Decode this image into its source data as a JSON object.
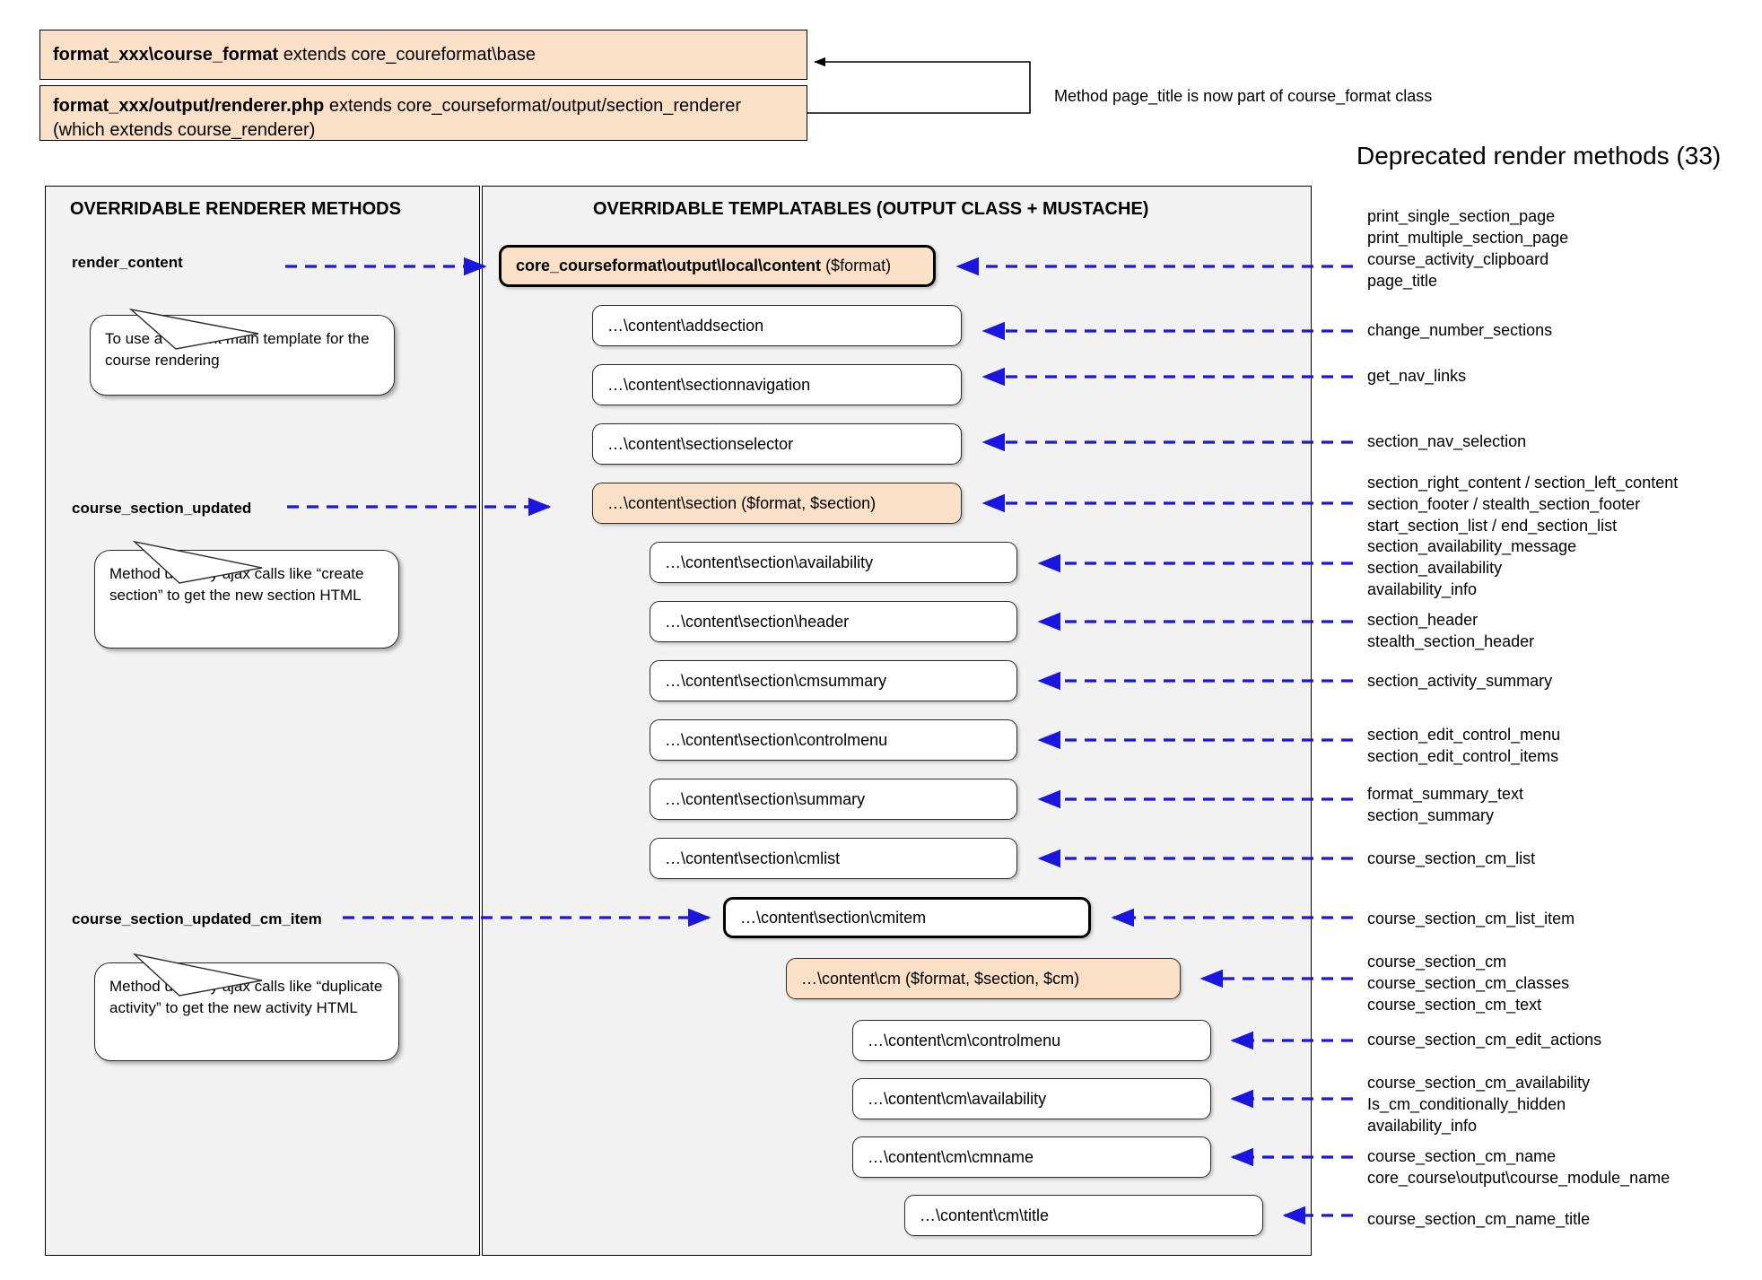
{
  "header": {
    "class_bar": {
      "bold": "format_xxx\\course_format",
      "rest": " extends core_coureformat\\base"
    },
    "renderer_bar": {
      "bold": "format_xxx/output/renderer.php",
      "rest": " extends core_courseformat/output/section_renderer (which extends course_renderer)"
    },
    "note": "Method page_title is now part of course_format class",
    "deprecated_title": "Deprecated render methods (33)"
  },
  "left_panel": {
    "title": "OVERRIDABLE RENDERER METHODS",
    "methods": [
      {
        "name": "render_content"
      },
      {
        "name": "course_section_updated"
      },
      {
        "name": "course_section_updated_cm_item"
      }
    ],
    "callouts": [
      {
        "text": "To use a different main template for the course rendering"
      },
      {
        "text": "Method used by ajax calls like “create section” to get the new section HTML"
      },
      {
        "text": "Method used by ajax calls like “duplicate activity” to get the new activity HTML"
      }
    ]
  },
  "center_panel": {
    "title": "OVERRIDABLE TEMPLATABLES (OUTPUT CLASS + MUSTACHE)",
    "boxes": [
      {
        "bold": "core_courseformat\\output\\local\\content",
        "rest": " ($format)"
      },
      {
        "bold": "",
        "rest": "…\\content\\addsection"
      },
      {
        "bold": "",
        "rest": "…\\content\\sectionnavigation"
      },
      {
        "bold": "",
        "rest": "…\\content\\sectionselector"
      },
      {
        "bold": "",
        "rest": "…\\content\\section ($format, $section)"
      },
      {
        "bold": "",
        "rest": "…\\content\\section\\availability"
      },
      {
        "bold": "",
        "rest": "…\\content\\section\\header"
      },
      {
        "bold": "",
        "rest": "…\\content\\section\\cmsummary"
      },
      {
        "bold": "",
        "rest": "…\\content\\section\\controlmenu"
      },
      {
        "bold": "",
        "rest": "…\\content\\section\\summary"
      },
      {
        "bold": "",
        "rest": "…\\content\\section\\cmlist"
      },
      {
        "bold": "",
        "rest": "…\\content\\section\\cmitem"
      },
      {
        "bold": "",
        "rest": "…\\content\\cm ($format, $section, $cm)"
      },
      {
        "bold": "",
        "rest": "…\\content\\cm\\controlmenu"
      },
      {
        "bold": "",
        "rest": "…\\content\\cm\\availability"
      },
      {
        "bold": "",
        "rest": "…\\content\\cm\\cmname"
      },
      {
        "bold": "",
        "rest": "…\\content\\cm\\title"
      }
    ]
  },
  "deprecated_groups": [
    {
      "lines": [
        "print_single_section_page",
        "print_multiple_section_page",
        "course_activity_clipboard",
        "page_title"
      ]
    },
    {
      "lines": [
        "change_number_sections"
      ]
    },
    {
      "lines": [
        "get_nav_links"
      ]
    },
    {
      "lines": [
        "section_nav_selection"
      ]
    },
    {
      "lines": [
        "section_right_content / section_left_content",
        "section_footer / stealth_section_footer",
        "start_section_list / end_section_list"
      ]
    },
    {
      "lines": [
        "section_availability_message",
        "section_availability",
        "availability_info"
      ]
    },
    {
      "lines": [
        "section_header",
        "stealth_section_header"
      ]
    },
    {
      "lines": [
        "section_activity_summary"
      ]
    },
    {
      "lines": [
        "section_edit_control_menu",
        "section_edit_control_items"
      ]
    },
    {
      "lines": [
        "format_summary_text",
        "section_summary"
      ]
    },
    {
      "lines": [
        "course_section_cm_list"
      ]
    },
    {
      "lines": [
        "course_section_cm_list_item"
      ]
    },
    {
      "lines": [
        "course_section_cm",
        "course_section_cm_classes",
        "course_section_cm_text"
      ]
    },
    {
      "lines": [
        "course_section_cm_edit_actions"
      ]
    },
    {
      "lines": [
        "course_section_cm_availability",
        "Is_cm_conditionally_hidden",
        "availability_info"
      ]
    },
    {
      "lines": [
        "course_section_cm_name",
        "core_course\\output\\course_module_name"
      ]
    },
    {
      "lines": [
        "course_section_cm_name_title"
      ]
    }
  ],
  "colors": {
    "peach": "#fbe0c8",
    "panel_bg": "#f2f2f2",
    "arrow_blue": "#1a16e0",
    "border": "#000000"
  }
}
